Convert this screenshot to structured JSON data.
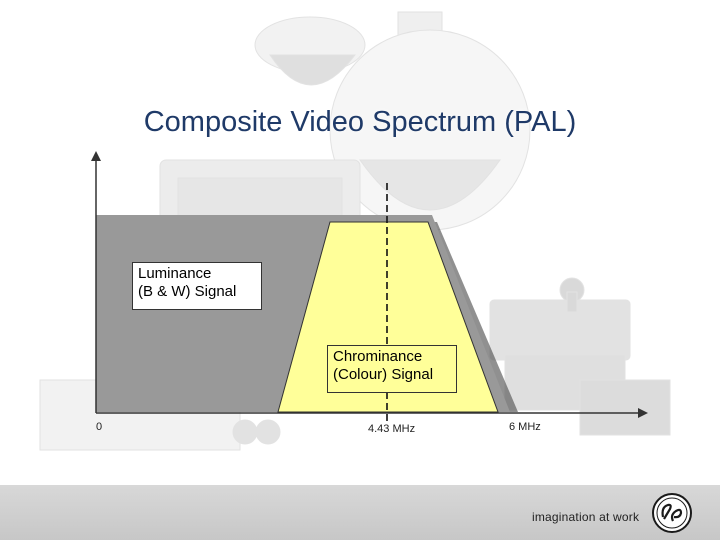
{
  "slide": {
    "title": "Composite Video Spectrum (PAL)",
    "luminance_label": [
      "Luminance",
      "(B & W) Signal"
    ],
    "chrominance_label": [
      "Chrominance",
      "(Colour) Signal"
    ],
    "x_axis_ticks": [
      "0",
      "4.43 MHz",
      "6 MHz"
    ],
    "footer_tagline": "imagination at work"
  },
  "colors": {
    "title": "#1f3a68",
    "luminance_fill": "#999999",
    "chrominance_fill": "#ffff99",
    "axis": "#333333",
    "footer_bar": "#cfcfcf"
  },
  "icons": [
    "ge-logo-icon",
    "security-camera-photo"
  ]
}
